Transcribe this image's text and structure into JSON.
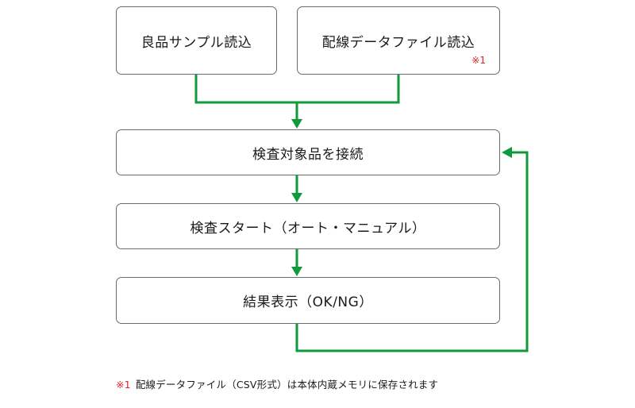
{
  "flow": {
    "sample_load": "良品サンプル読込",
    "wiring_load": "配線データファイル読込",
    "wiring_note_mark": "※1",
    "connect": "検査対象品を接続",
    "start": "検査スタート（オート・マニュアル）",
    "result": "結果表示（OK/NG）"
  },
  "footnote": {
    "mark": "※1",
    "text": "配線データファイル（CSV形式）は本体内蔵メモリに保存されます"
  },
  "colors": {
    "connector": "#119a3c",
    "note_red": "#d9232d",
    "box_border": "#6b6b6b"
  }
}
